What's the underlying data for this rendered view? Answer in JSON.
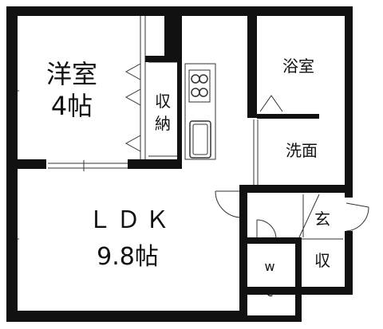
{
  "plan": {
    "ink_color": "#111111",
    "rooms": {
      "western_room": {
        "name": "洋室",
        "size": "4帖"
      },
      "storage": {
        "line1": "収",
        "line2": "納"
      },
      "bathroom": {
        "name": "浴室"
      },
      "washroom": {
        "name": "洗面"
      },
      "ldk": {
        "name": "ＬＤＫ",
        "size": "9.8帖"
      },
      "entrance": {
        "name": "玄"
      },
      "entrance_storage": {
        "name": "収"
      },
      "toilet": {
        "line1": "w",
        "line2": "c"
      }
    }
  }
}
